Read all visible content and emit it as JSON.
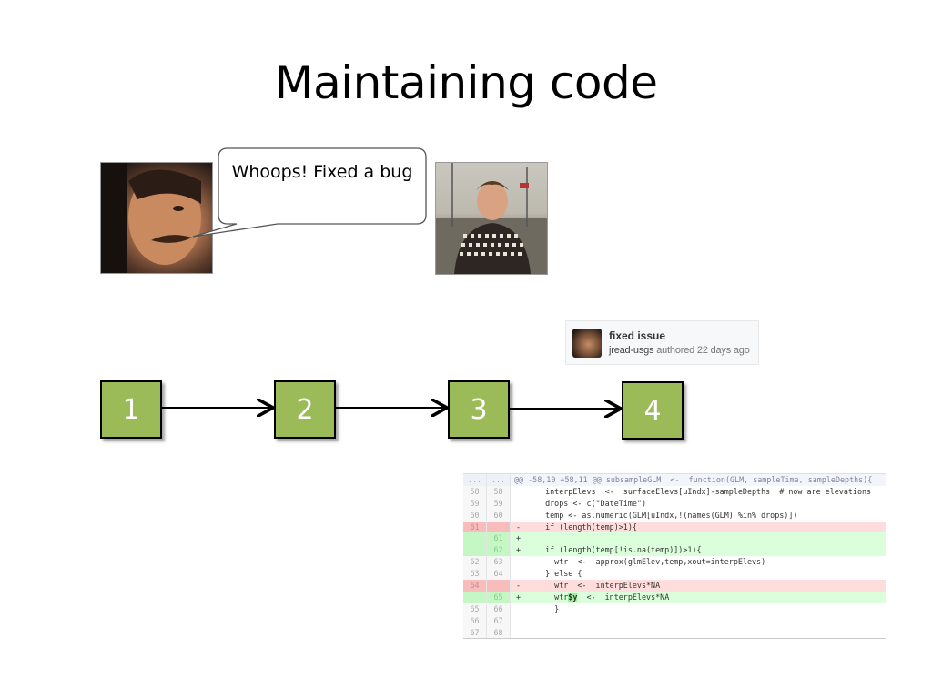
{
  "slide": {
    "title": "Maintaining code",
    "bubble_text": "Whoops! Fixed a bug"
  },
  "timeline": {
    "steps": [
      "1",
      "2",
      "3",
      "4"
    ],
    "box_color": "#9bbb59"
  },
  "commit": {
    "message": "fixed issue",
    "author": "jread-usgs",
    "action": "authored 22 days ago"
  },
  "diff": {
    "hunk": {
      "old": "...",
      "new": "...",
      "text": "@@ -58,10 +58,11 @@ subsampleGLM  <-  function(GLM, sampleTime, sampleDepths){"
    },
    "lines": [
      {
        "type": "ctx",
        "old": "58",
        "new": "58",
        "marker": " ",
        "text": "  interpElevs  <-  surfaceElevs[uIndx]-sampleDepths  # now are elevations"
      },
      {
        "type": "ctx",
        "old": "59",
        "new": "59",
        "marker": " ",
        "text": "  drops <- c(\"DateTime\")"
      },
      {
        "type": "ctx",
        "old": "60",
        "new": "60",
        "marker": " ",
        "text": "  temp <- as.numeric(GLM[uIndx,!(names(GLM) %in% drops)])"
      },
      {
        "type": "del",
        "old": "61",
        "new": "",
        "marker": "-",
        "text": "  if (length(temp)>1){"
      },
      {
        "type": "add",
        "old": "",
        "new": "61",
        "marker": "+",
        "text": ""
      },
      {
        "type": "add",
        "old": "",
        "new": "62",
        "marker": "+",
        "text": "  if (length(temp[!is.na(temp)])>1){"
      },
      {
        "type": "ctx",
        "old": "62",
        "new": "63",
        "marker": " ",
        "text": "    wtr  <-  approx(glmElev,temp,xout=interpElevs)"
      },
      {
        "type": "ctx",
        "old": "63",
        "new": "64",
        "marker": " ",
        "text": "  } else {"
      },
      {
        "type": "del",
        "old": "64",
        "new": "",
        "marker": "-",
        "text": "    wtr  <-  interpElevs*NA"
      },
      {
        "type": "add",
        "old": "",
        "new": "65",
        "marker": "+",
        "text": "    wtr$y  <-  interpElevs*NA"
      },
      {
        "type": "ctx",
        "old": "65",
        "new": "66",
        "marker": " ",
        "text": "    }"
      },
      {
        "type": "ctx",
        "old": "66",
        "new": "67",
        "marker": " ",
        "text": ""
      },
      {
        "type": "ctx",
        "old": "67",
        "new": "68",
        "marker": " ",
        "text": ""
      }
    ]
  }
}
